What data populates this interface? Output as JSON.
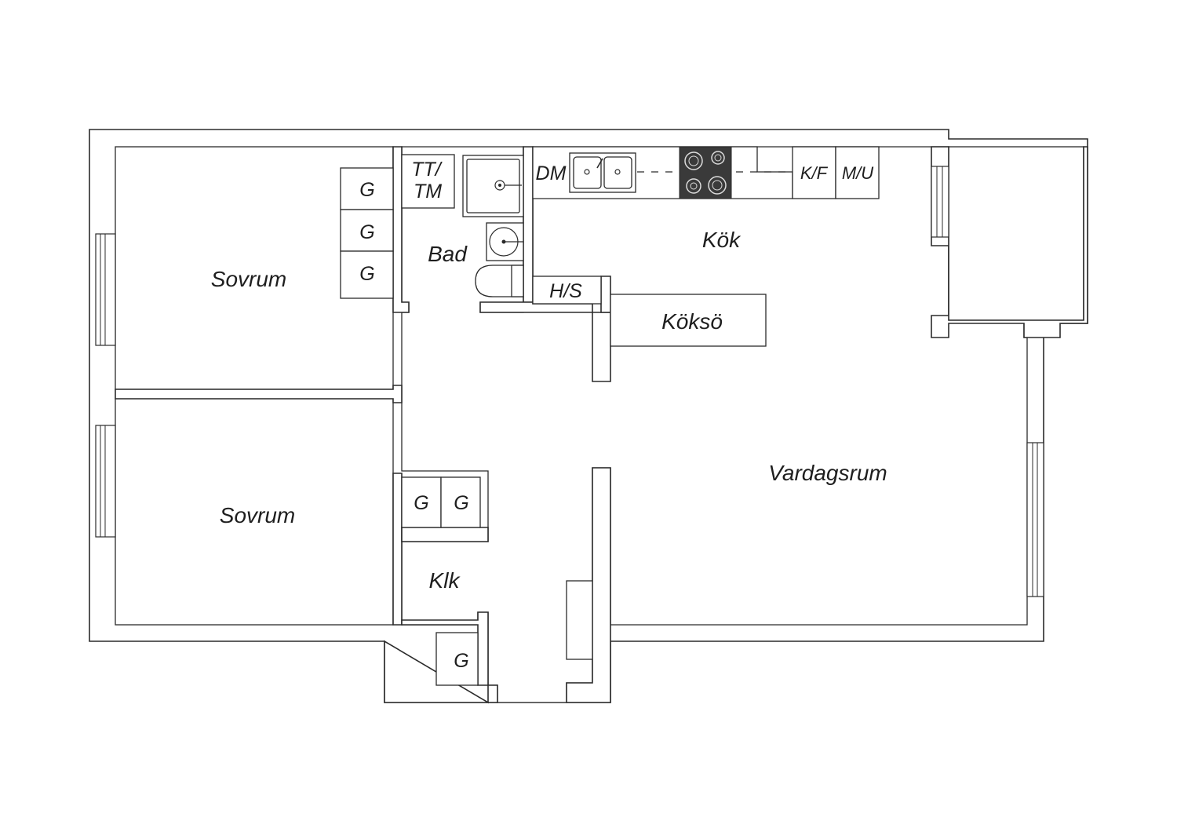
{
  "rooms": {
    "sovrum_north": "Sovrum",
    "sovrum_south": "Sovrum",
    "bad": "Bad",
    "kok": "Kök",
    "kokso": "Köksö",
    "vardagsrum": "Vardagsrum",
    "klk": "Klk"
  },
  "fixtures": {
    "wardrobe": "G",
    "washer_dryer_line1": "TT/",
    "washer_dryer_line2": "TM",
    "dishwasher": "DM",
    "fridge_freezer": "K/F",
    "micro_oven": "M/U",
    "hood_storage": "H/S"
  },
  "colors": {
    "line": "#2b2b2b",
    "stove": "#3a3a3a",
    "background": "#ffffff"
  }
}
